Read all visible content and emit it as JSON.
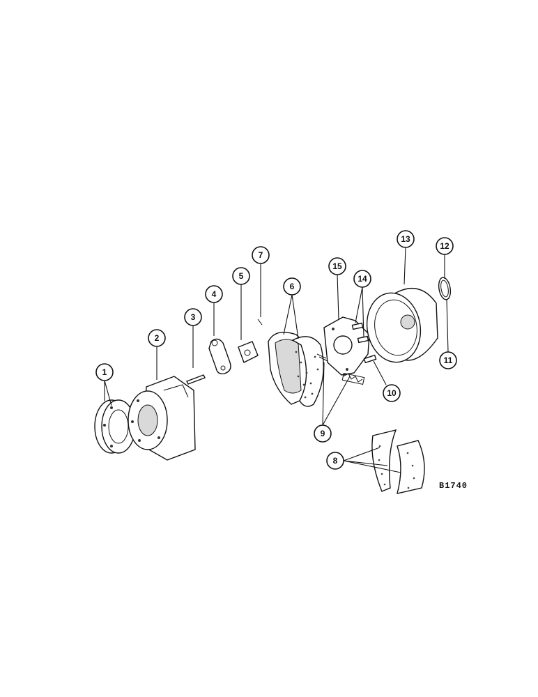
{
  "figure_code": "B1740",
  "callouts": [
    {
      "id": "1",
      "label": "1"
    },
    {
      "id": "2",
      "label": "2"
    },
    {
      "id": "3",
      "label": "3"
    },
    {
      "id": "4",
      "label": "4"
    },
    {
      "id": "5",
      "label": "5"
    },
    {
      "id": "6",
      "label": "6"
    },
    {
      "id": "7",
      "label": "7"
    },
    {
      "id": "8",
      "label": "8"
    },
    {
      "id": "9",
      "label": "9"
    },
    {
      "id": "10",
      "label": "10"
    },
    {
      "id": "11",
      "label": "11"
    },
    {
      "id": "12",
      "label": "12"
    },
    {
      "id": "13",
      "label": "13"
    },
    {
      "id": "14",
      "label": "14"
    },
    {
      "id": "15",
      "label": "15"
    }
  ]
}
